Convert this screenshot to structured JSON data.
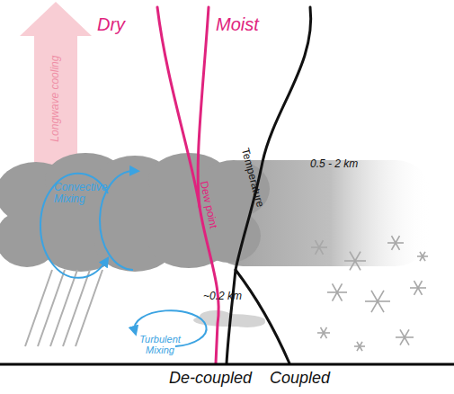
{
  "diagram": {
    "labels": [
      "Dry",
      "Moist",
      "Longwave cooling",
      "Convective Mixing",
      "Turbulent Mixing",
      "Dew point",
      "Temperature",
      "0.5 - 2 km",
      "~0.2 km",
      "De-coupled",
      "Coupled"
    ]
  }
}
